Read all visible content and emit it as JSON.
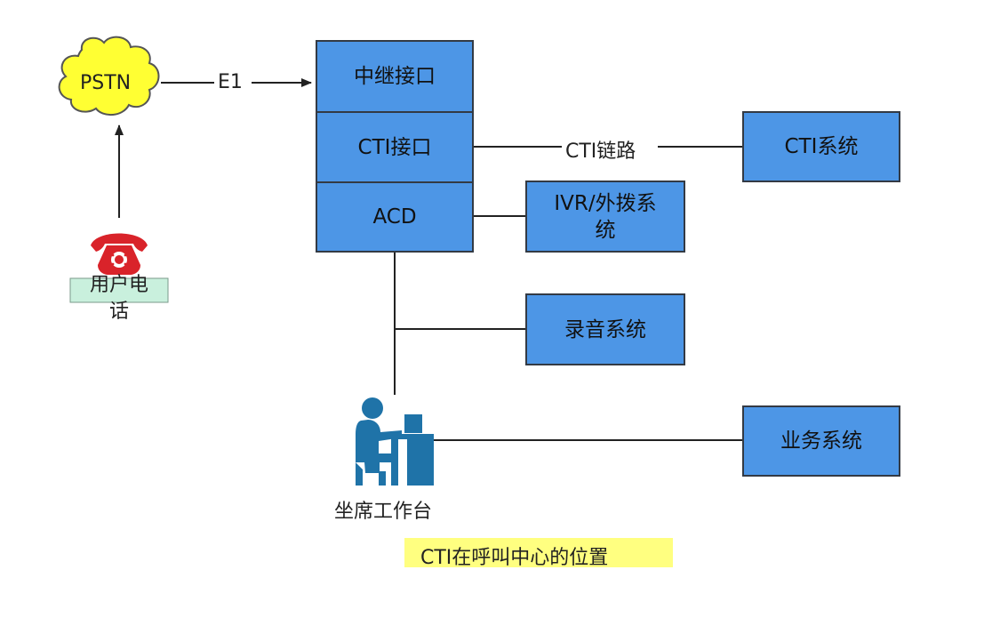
{
  "pstn": "PSTN",
  "e1": "E1",
  "stack": {
    "trunk": "中继接口",
    "cti_interface": "CTI接口",
    "acd": "ACD"
  },
  "cti_link": "CTI链路",
  "cti_system": "CTI系统",
  "ivr": "IVR/外拨系统",
  "recording": "录音系统",
  "business": "业务系统",
  "user_phone": "用户电话",
  "agent": "坐席工作台",
  "caption": "CTI在呼叫中心的位置",
  "colors": {
    "box_fill": "#4d96e6",
    "cloud_fill": "#ffff33",
    "caption_highlight": "#ffff80",
    "phone_label_fill": "#c9f0dd",
    "phone": "#d9232a",
    "agent": "#1f73a8"
  },
  "icons": [
    "cloud-icon",
    "telephone-icon",
    "agent-workstation-icon"
  ]
}
